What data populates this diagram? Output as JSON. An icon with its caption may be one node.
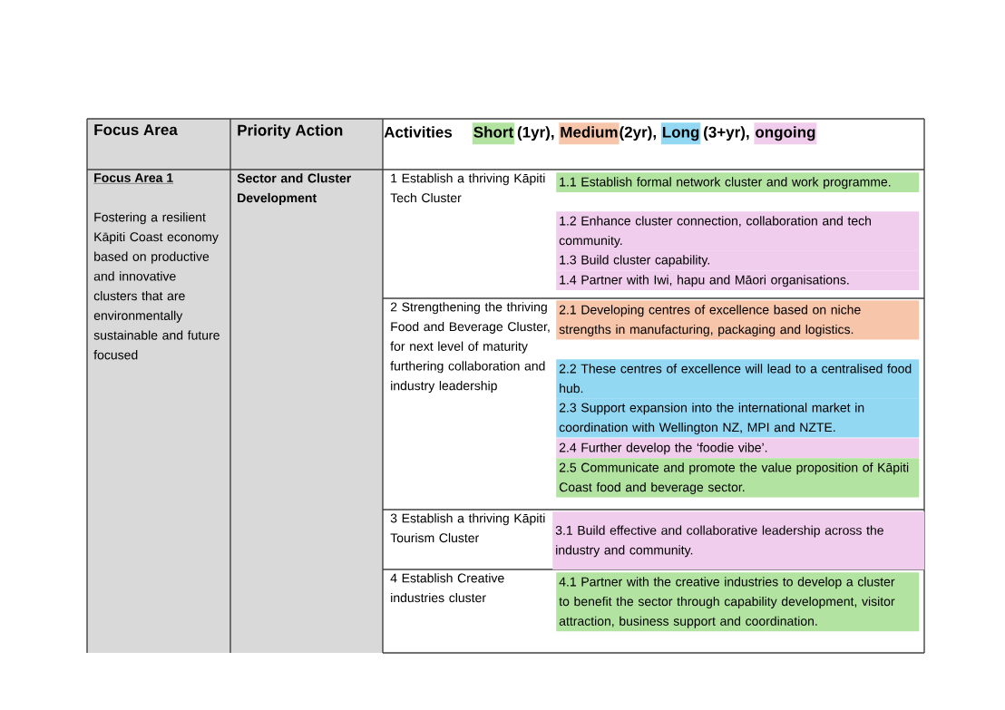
{
  "diagram": {
    "labels": [
      "Focus Area",
      "Priority Action",
      "Activities",
      "(1yr),",
      "(2yr),",
      "(3+yr),",
      "Focus Area 1",
      "Fostering a resilient Kāpiti Coast economy based on productive and innovative clusters that are environmentally sustainable and future focused",
      "Sector and Cluster Development",
      "1 Establish a thriving Kāpiti Tech Cluster",
      "1.1 Establish formal network cluster and work programme.",
      "1.2 Enhance cluster connection, collaboration and tech community.",
      "1.3 Build cluster capability.",
      "1.4 Partner with Iwi, hapu and Māori organisations.",
      "2 Strengthening the thriving Food and Beverage Cluster, for next level of maturity furthering collaboration and industry leadership",
      "2.1 Developing centres of excellence based on niche strengths in manufacturing, packaging and logistics.",
      "2.2 These centres of excellence will lead to a centralised food hub.",
      "2.3 Support expansion into the international market in coordination with Wellington NZ, MPI and NZTE.",
      "2.4 Further develop the ‘foodie vibe’.",
      "2.5 Communicate and promote the value proposition of Kāpiti Coast food and beverage sector.",
      "3 Establish a thriving Kāpiti Tourism Cluster",
      "3.1 Build effective and collaborative leadership across the industry and community.",
      "4 Establish Creative industries cluster",
      "4.1 Partner with the creative industries to develop a cluster to benefit the sector through capability development, visitor attraction, business support and coordination."
    ],
    "legend": [
      {
        "text": "Short",
        "color": "#b3e3a0"
      },
      {
        "text": "Medium",
        "color": "#f7c6aa"
      },
      {
        "text": "Long",
        "color": "#93d8f3"
      },
      {
        "text": "ongoing",
        "color": "#f0cdec"
      }
    ]
  }
}
